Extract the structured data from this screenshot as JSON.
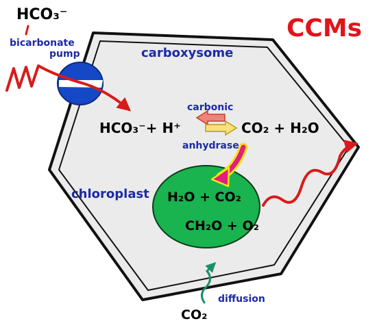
{
  "title": "CCMs",
  "labels": {
    "external_bicarbonate": "HCO₃⁻",
    "bicarbonate_pump_line1": "bicarbonate",
    "bicarbonate_pump_line2": "pump",
    "carboxysome": "carboxysome",
    "reaction_left": "HCO₃⁻+ H⁺",
    "enzyme_line1": "carbonic",
    "enzyme_line2": "anhydrase",
    "reaction_right": "CO₂ + H₂O",
    "chloroplast": "chloroplast",
    "chloroplast_line1": "H₂O + CO₂",
    "chloroplast_line2": "CH₂O + O₂",
    "diffusion": "diffusion",
    "external_co2": "CO₂"
  },
  "colors": {
    "title": "#e0141a",
    "cell_fill": "#ebebeb",
    "chloroplast_fill": "#19b34f",
    "pump_fill": "#1548c6",
    "arrow_red": "#d91a1a",
    "arrow_yellow": "#f7e21a",
    "diffusion_arrow": "#1a8f6a",
    "label_blue": "#1c2aa8"
  }
}
